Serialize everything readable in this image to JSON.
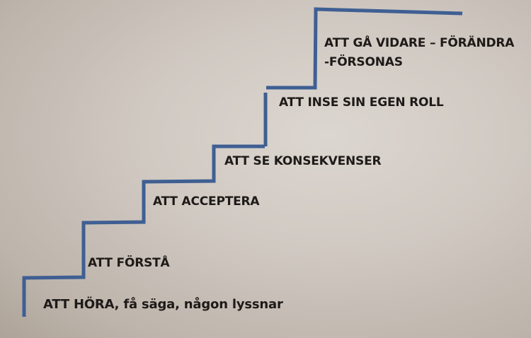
{
  "steps": [
    {
      "label": "ATT HÖRA, få säga, någon lyssnar"
    },
    {
      "label": "ATT FÖRSTÅ"
    },
    {
      "label": "ATT ACCEPTERA"
    },
    {
      "label": "ATT SE KONSEKVENSER"
    },
    {
      "label": "ATT INSE SIN EGEN ROLL"
    },
    {
      "label": "ATT GÅ VIDARE – FÖRÄNDRA",
      "label2": "-FÖRSONAS"
    }
  ],
  "colors": {
    "stair": "#3f5f93",
    "text": "#1e1a18"
  }
}
